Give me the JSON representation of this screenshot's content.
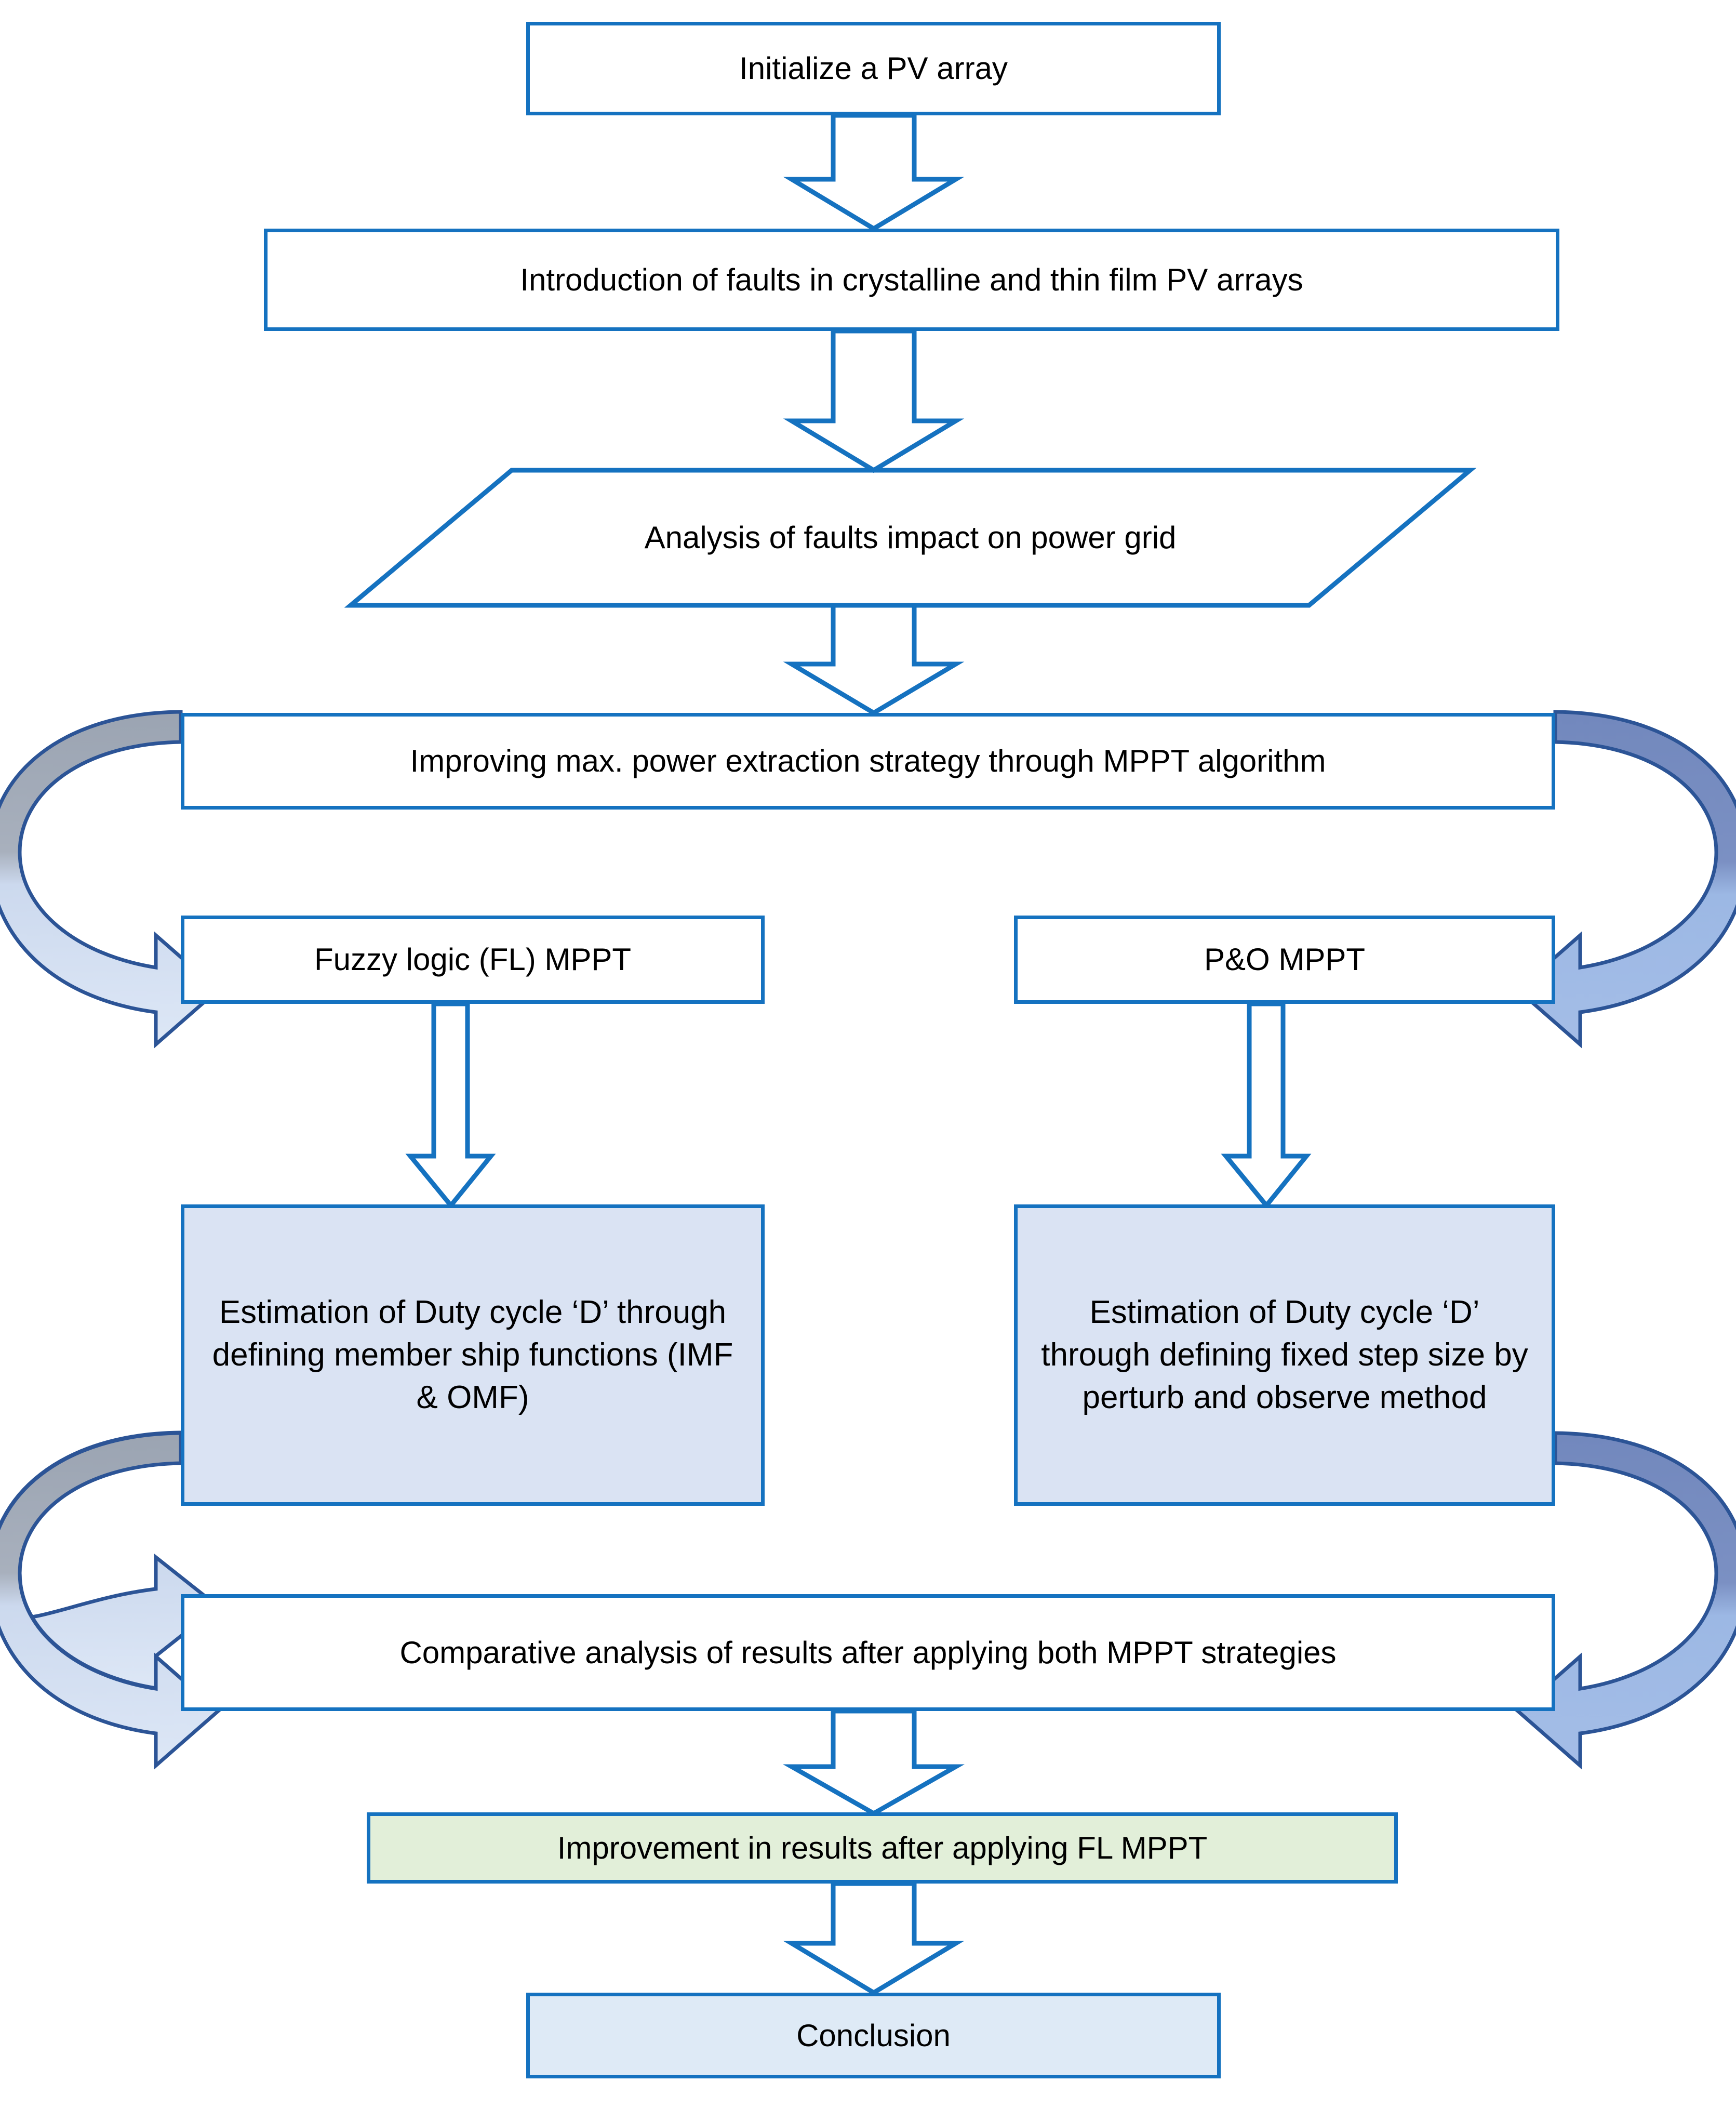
{
  "diagram": {
    "title": "PV array fault analysis and MPPT comparison flowchart",
    "colors": {
      "node_border": "#1572c0",
      "loop_arrow_top": "#9fa7b5",
      "loop_arrow_bottom": "#bfd1ea",
      "loop_arrow_top_right": "#7589bd",
      "loop_arrow_bottom_right": "#9cb8e4",
      "loop_arrow_outline": "#2c5496",
      "fill_light_blue": "#dae3f3",
      "fill_light_green": "#e2efd9",
      "fill_pale_blue": "#deeaf6",
      "text": "#000000"
    },
    "nodes": [
      {
        "id": "initialize-pv-array",
        "label": "Initialize a PV array",
        "shape": "rectangle",
        "fill": "white"
      },
      {
        "id": "introduction-of-faults",
        "label": "Introduction of faults in crystalline and thin film PV arrays",
        "shape": "rectangle",
        "fill": "white"
      },
      {
        "id": "analysis-of-faults-impact",
        "label": "Analysis of faults impact on power grid",
        "shape": "parallelogram",
        "fill": "white"
      },
      {
        "id": "improving-max-power-extraction",
        "label": "Improving max. power extraction strategy through MPPT algorithm",
        "shape": "rectangle",
        "fill": "white"
      },
      {
        "id": "fuzzy-logic-mppt",
        "label": "Fuzzy logic (FL) MPPT",
        "shape": "rectangle",
        "fill": "white"
      },
      {
        "id": "po-mppt",
        "label": "P&O MPPT",
        "shape": "rectangle",
        "fill": "white"
      },
      {
        "id": "duty-cycle-fuzzy",
        "label": "Estimation of Duty cycle ‘D’ through defining member ship functions (IMF & OMF)",
        "shape": "rectangle",
        "fill": "light-blue"
      },
      {
        "id": "duty-cycle-po",
        "label": "Estimation of Duty cycle ‘D’ through defining fixed step size by perturb and observe method",
        "shape": "rectangle",
        "fill": "light-blue"
      },
      {
        "id": "comparative-analysis",
        "label": "Comparative analysis of results after applying both MPPT strategies",
        "shape": "rectangle",
        "fill": "white"
      },
      {
        "id": "improvement-in-results",
        "label": "Improvement in results after applying FL MPPT",
        "shape": "rectangle",
        "fill": "light-green"
      },
      {
        "id": "conclusion",
        "label": "Conclusion",
        "shape": "rectangle",
        "fill": "pale-blue"
      }
    ],
    "connectors": [
      {
        "id": "arrow-init-to-faults",
        "type": "block-arrow-down",
        "from": "initialize-pv-array",
        "to": "introduction-of-faults"
      },
      {
        "id": "arrow-faults-to-analysis",
        "type": "block-arrow-down",
        "from": "introduction-of-faults",
        "to": "analysis-of-faults-impact"
      },
      {
        "id": "arrow-analysis-to-mppt",
        "type": "block-arrow-down",
        "from": "analysis-of-faults-impact",
        "to": "improving-max-power-extraction"
      },
      {
        "id": "loop-arrow-left-mppt-to-fl",
        "type": "u-turn-arrow-left",
        "from": "improving-max-power-extraction",
        "to": "fuzzy-logic-mppt"
      },
      {
        "id": "loop-arrow-right-mppt-to-po",
        "type": "u-turn-arrow-right",
        "from": "improving-max-power-extraction",
        "to": "po-mppt"
      },
      {
        "id": "arrow-fl-to-duty",
        "type": "block-arrow-down",
        "from": "fuzzy-logic-mppt",
        "to": "duty-cycle-fuzzy"
      },
      {
        "id": "arrow-po-to-duty",
        "type": "block-arrow-down",
        "from": "po-mppt",
        "to": "duty-cycle-po"
      },
      {
        "id": "loop-arrow-left-duty-to-comparative",
        "type": "u-turn-arrow-left",
        "from": "duty-cycle-fuzzy",
        "to": "comparative-analysis"
      },
      {
        "id": "loop-arrow-right-duty-to-comparative",
        "type": "u-turn-arrow-right",
        "from": "duty-cycle-po",
        "to": "comparative-analysis"
      },
      {
        "id": "arrow-comparative-to-improvement",
        "type": "block-arrow-down",
        "from": "comparative-analysis",
        "to": "improvement-in-results"
      },
      {
        "id": "arrow-improvement-to-conclusion",
        "type": "block-arrow-down",
        "from": "improvement-in-results",
        "to": "conclusion"
      }
    ]
  }
}
